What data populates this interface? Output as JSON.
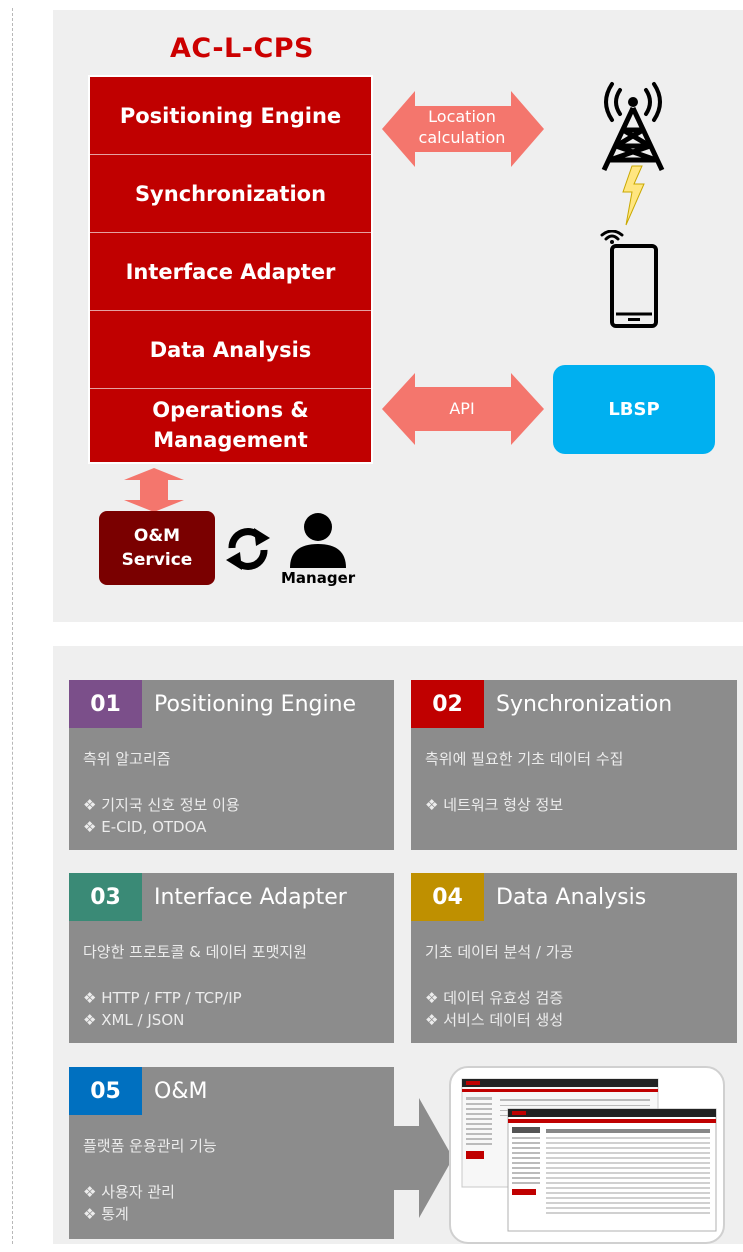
{
  "architecture": {
    "title": "AC-L-CPS",
    "stack": [
      "Positioning Engine",
      "Synchronization",
      "Interface Adapter",
      "Data Analysis",
      "Operations & Management"
    ],
    "arrows": {
      "location": "Location calculation",
      "api": "API"
    },
    "lbsp": "LBSP",
    "om_service": "O&M Service",
    "manager": "Manager"
  },
  "modules": [
    {
      "num": "01",
      "title": "Positioning Engine",
      "color": "#7b4f8a",
      "desc": "측위 알고리즘",
      "bullets": [
        "❖ 기지국 신호 정보 이용",
        "❖ E-CID, OTDOA"
      ]
    },
    {
      "num": "02",
      "title": "Synchronization",
      "color": "#c00000",
      "desc": "측위에 필요한 기초 데이터 수집",
      "bullets": [
        "❖ 네트워크 형상 정보"
      ]
    },
    {
      "num": "03",
      "title": "Interface Adapter",
      "color": "#3a8a76",
      "desc": "다양한 프로토콜 & 데이터 포맷지원",
      "bullets": [
        "❖ HTTP / FTP / TCP/IP",
        "❖ XML / JSON"
      ]
    },
    {
      "num": "04",
      "title": "Data Analysis",
      "color": "#bf9000",
      "desc": "기초 데이터 분석 / 가공",
      "bullets": [
        "❖ 데이터 유효성 검증",
        "❖ 서비스 데이터 생성"
      ]
    },
    {
      "num": "05",
      "title": "O&M",
      "color": "#0070c0",
      "desc": "플랫폼 운용관리 기능",
      "bullets": [
        "❖ 사용자 관리",
        "❖ 통계"
      ]
    }
  ]
}
